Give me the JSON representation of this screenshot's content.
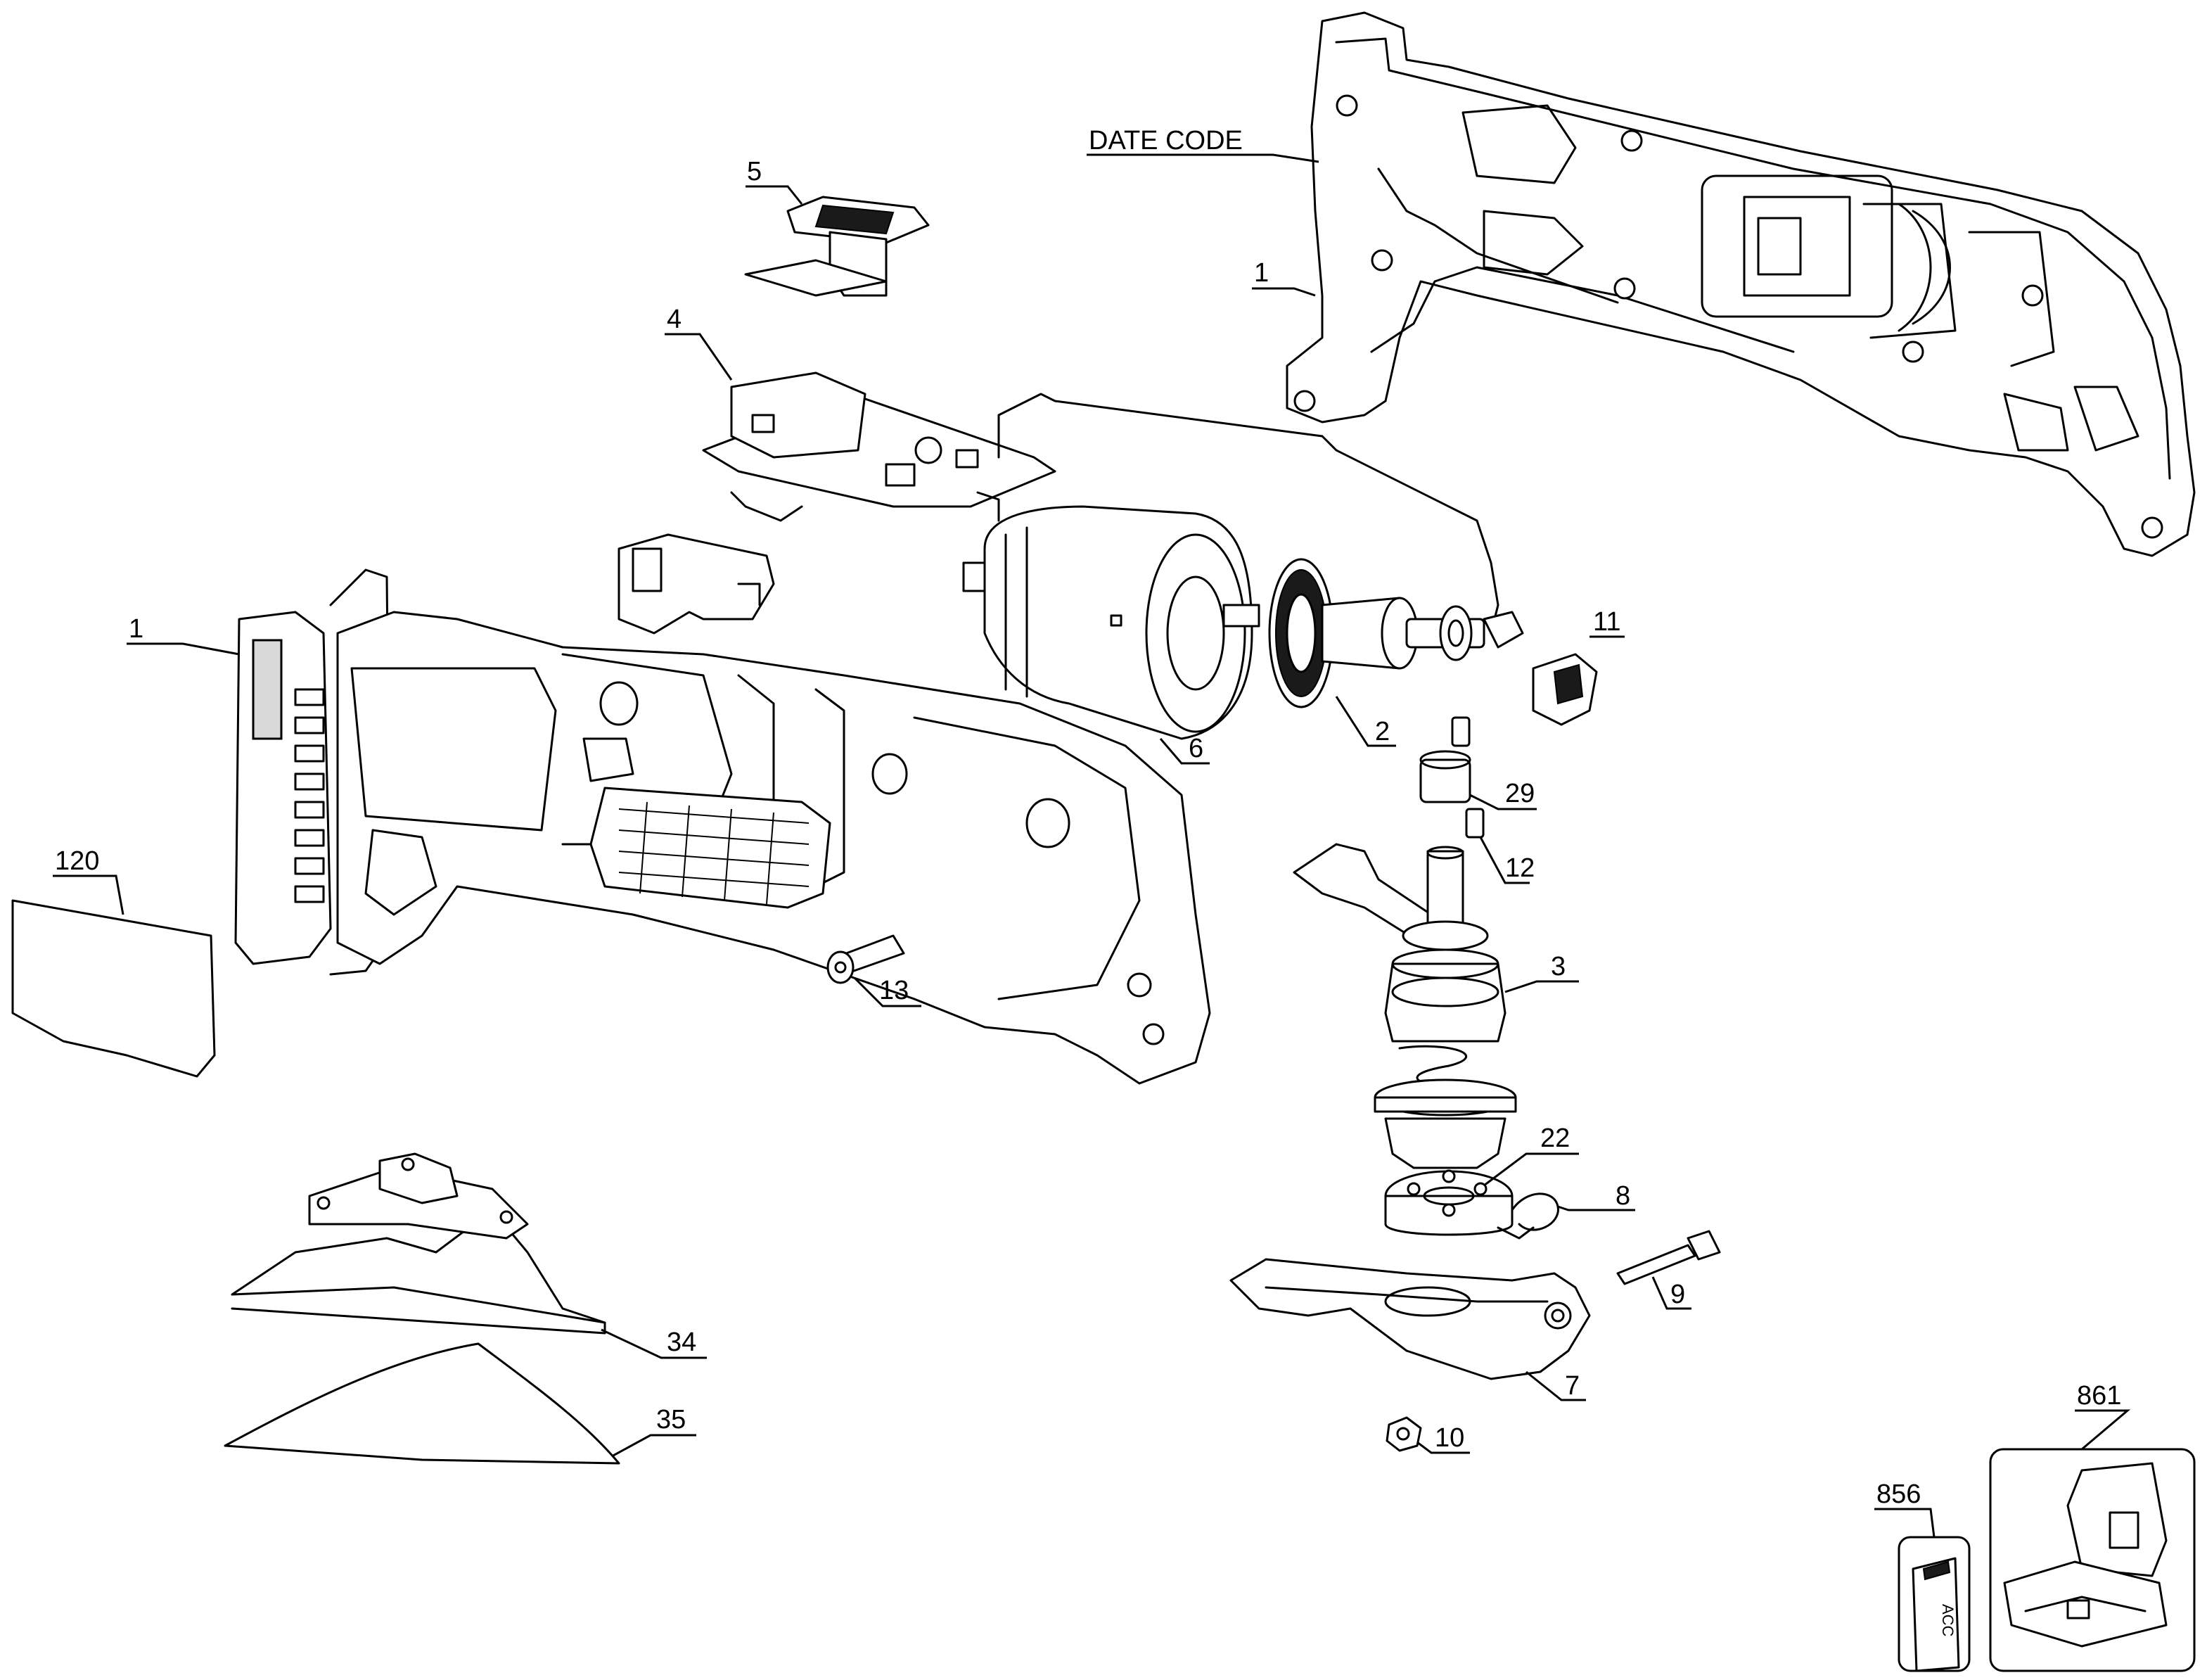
{
  "labels": {
    "date_code": "DATE CODE",
    "p1_housing_right": "1",
    "p1_housing_left": "1",
    "p2": "2",
    "p3": "3",
    "p4": "4",
    "p5": "5",
    "p6": "6",
    "p7": "7",
    "p8": "8",
    "p9": "9",
    "p10": "10",
    "p11": "11",
    "p12": "12",
    "p13": "13",
    "p22": "22",
    "p29": "29",
    "p34": "34",
    "p35": "35",
    "p120": "120",
    "p856": "856",
    "p861": "861",
    "acc_card_text": "ACC"
  }
}
